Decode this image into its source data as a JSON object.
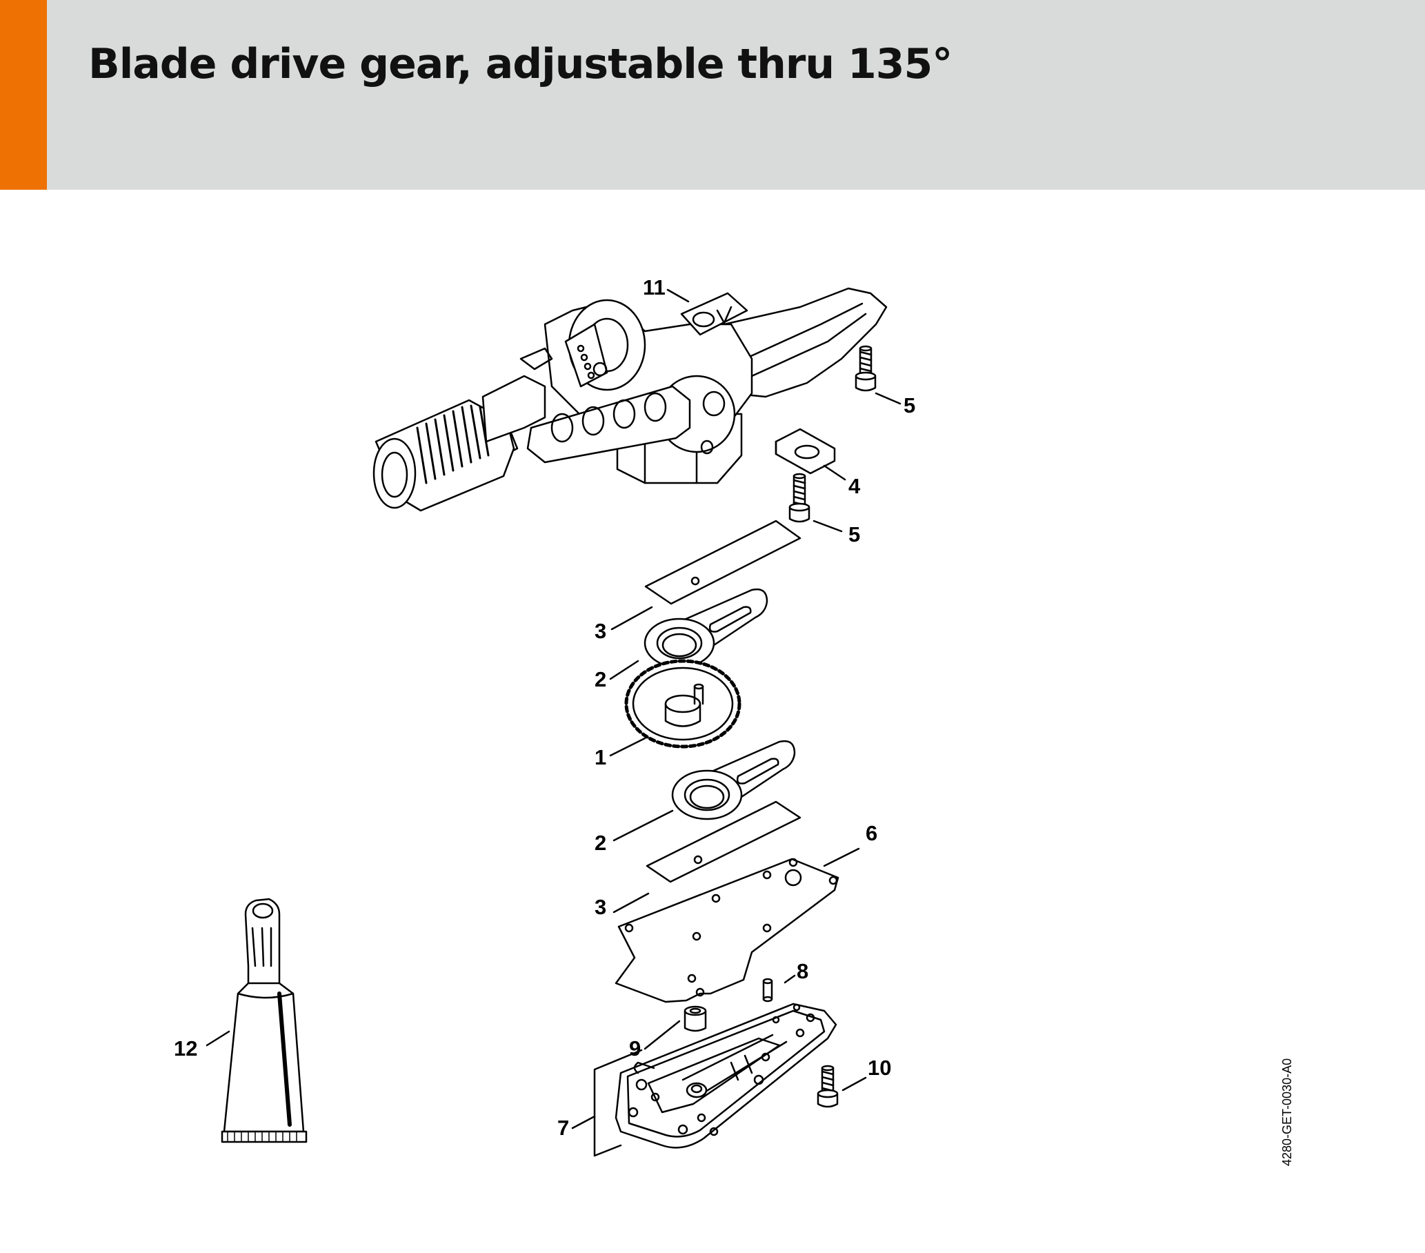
{
  "header": {
    "title": "Blade drive gear, adjustable thru 135°",
    "accent_color": "#ee7203",
    "background_color": "#d9dbda"
  },
  "diagram": {
    "callouts": {
      "c1": "1",
      "c2a": "2",
      "c2b": "2",
      "c3a": "3",
      "c3b": "3",
      "c4": "4",
      "c5a": "5",
      "c5b": "5",
      "c6": "6",
      "c7": "7",
      "c8": "8",
      "c9": "9",
      "c10": "10",
      "c11": "11",
      "c12": "12"
    },
    "reference": "4280-GET-0030-A0"
  }
}
